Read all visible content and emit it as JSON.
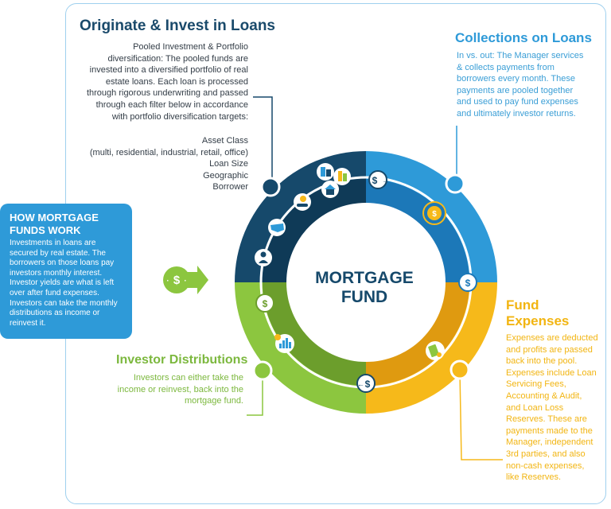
{
  "originate": {
    "title": "Originate & Invest in Loans",
    "body": "Pooled Investment & Portfolio diversification: The pooled funds are invested into a diversified portfolio of real estate loans. Each loan is processed through rigorous underwriting and passed through each filter below in accordance with portfolio diversification targets:",
    "filters": [
      "Asset Class",
      "(multi, residential, industrial, retail, office)",
      "Loan Size",
      "Geographic",
      "Borrower"
    ]
  },
  "collections": {
    "title": "Collections on Loans",
    "body": "In vs. out: The Manager services & collects payments from borrowers every month. These payments are pooled together and used to pay fund expenses and ultimately investor returns."
  },
  "expenses": {
    "title_line1": "Fund",
    "title_line2": "Expenses",
    "body": "Expenses are deducted and profits are passed back into the pool. Expenses include Loan Servicing Fees, Accounting & Audit, and Loan Loss Reserves. These are payments made to the Manager, independent 3rd parties, and also non-cash expenses, like Reserves."
  },
  "distributions": {
    "title": "Investor Distributions",
    "body": "Investors can either take the income or reinvest, back into the mortgage fund."
  },
  "how": {
    "title_line1": "HOW MORTGAGE",
    "title_line2": "FUNDS WORK",
    "body": "Investments in loans are secured by real estate. The borrowers on those loans pay investors monthly interest. Investor yields are what is left over after fund expenses. Investors can take the monthly distributions as income or reinvest it."
  },
  "center": {
    "line1": "MORTGAGE",
    "line2": "FUND"
  },
  "colors": {
    "navy": "#16496b",
    "navy_inner": "#0f3a57",
    "blue": "#2e9ad8",
    "blue_inner": "#1c78b8",
    "gold": "#f6b91a",
    "gold_inner": "#df9a10",
    "green": "#8cc63f",
    "green_inner": "#6c9e2c"
  },
  "icons": [
    "dollar-exchange-icon",
    "buildings-icon",
    "house-icon",
    "hand-coin-icon",
    "usa-map-icon",
    "person-icon",
    "coins-icon",
    "money-bill-icon",
    "bar-chart-icon",
    "dollar-arrow-icon"
  ]
}
